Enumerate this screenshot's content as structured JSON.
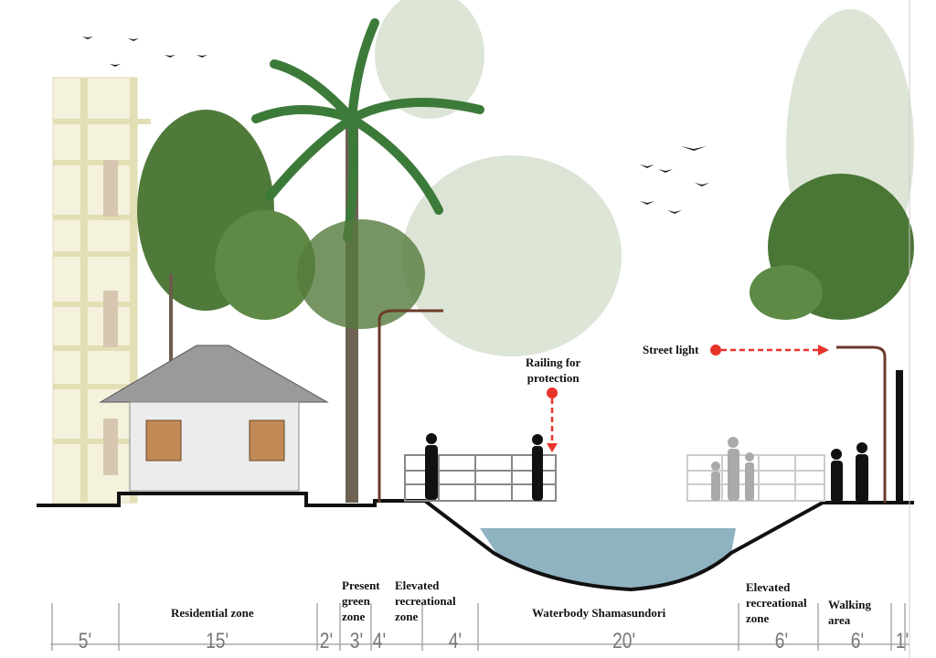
{
  "title": "Section through Waterbody Shamasundori",
  "annotations": {
    "railing": "Railing for protection",
    "railing_line1": "Railing for",
    "railing_line2": "protection",
    "street_light": "Street light"
  },
  "zones": [
    {
      "label": "Residential zone",
      "width": "15'"
    },
    {
      "label": "Present green zone",
      "lines": [
        "Present",
        "green",
        "zone"
      ],
      "width": "3'"
    },
    {
      "label": "Elevated recreational zone",
      "lines": [
        "Elevated",
        "recreational",
        "zone"
      ],
      "width": "4'"
    },
    {
      "label": "Waterbody Shamasundori",
      "width": "20'"
    },
    {
      "label": "Elevated recreational zone",
      "lines": [
        "Elevated",
        "recreational",
        "zone"
      ],
      "width": "6'"
    },
    {
      "label": "Walking area",
      "lines": [
        "Walking",
        "area"
      ],
      "width": "6'"
    }
  ],
  "dimensions": [
    "5'",
    "15'",
    "2'",
    "3'",
    "4'",
    "4'",
    "20'",
    "6'",
    "6'",
    "1'"
  ],
  "colors": {
    "annotation": "#e8332a",
    "water": "#8fb3c0",
    "tree": "#4f7a3a",
    "building": "#e8e4c8"
  }
}
